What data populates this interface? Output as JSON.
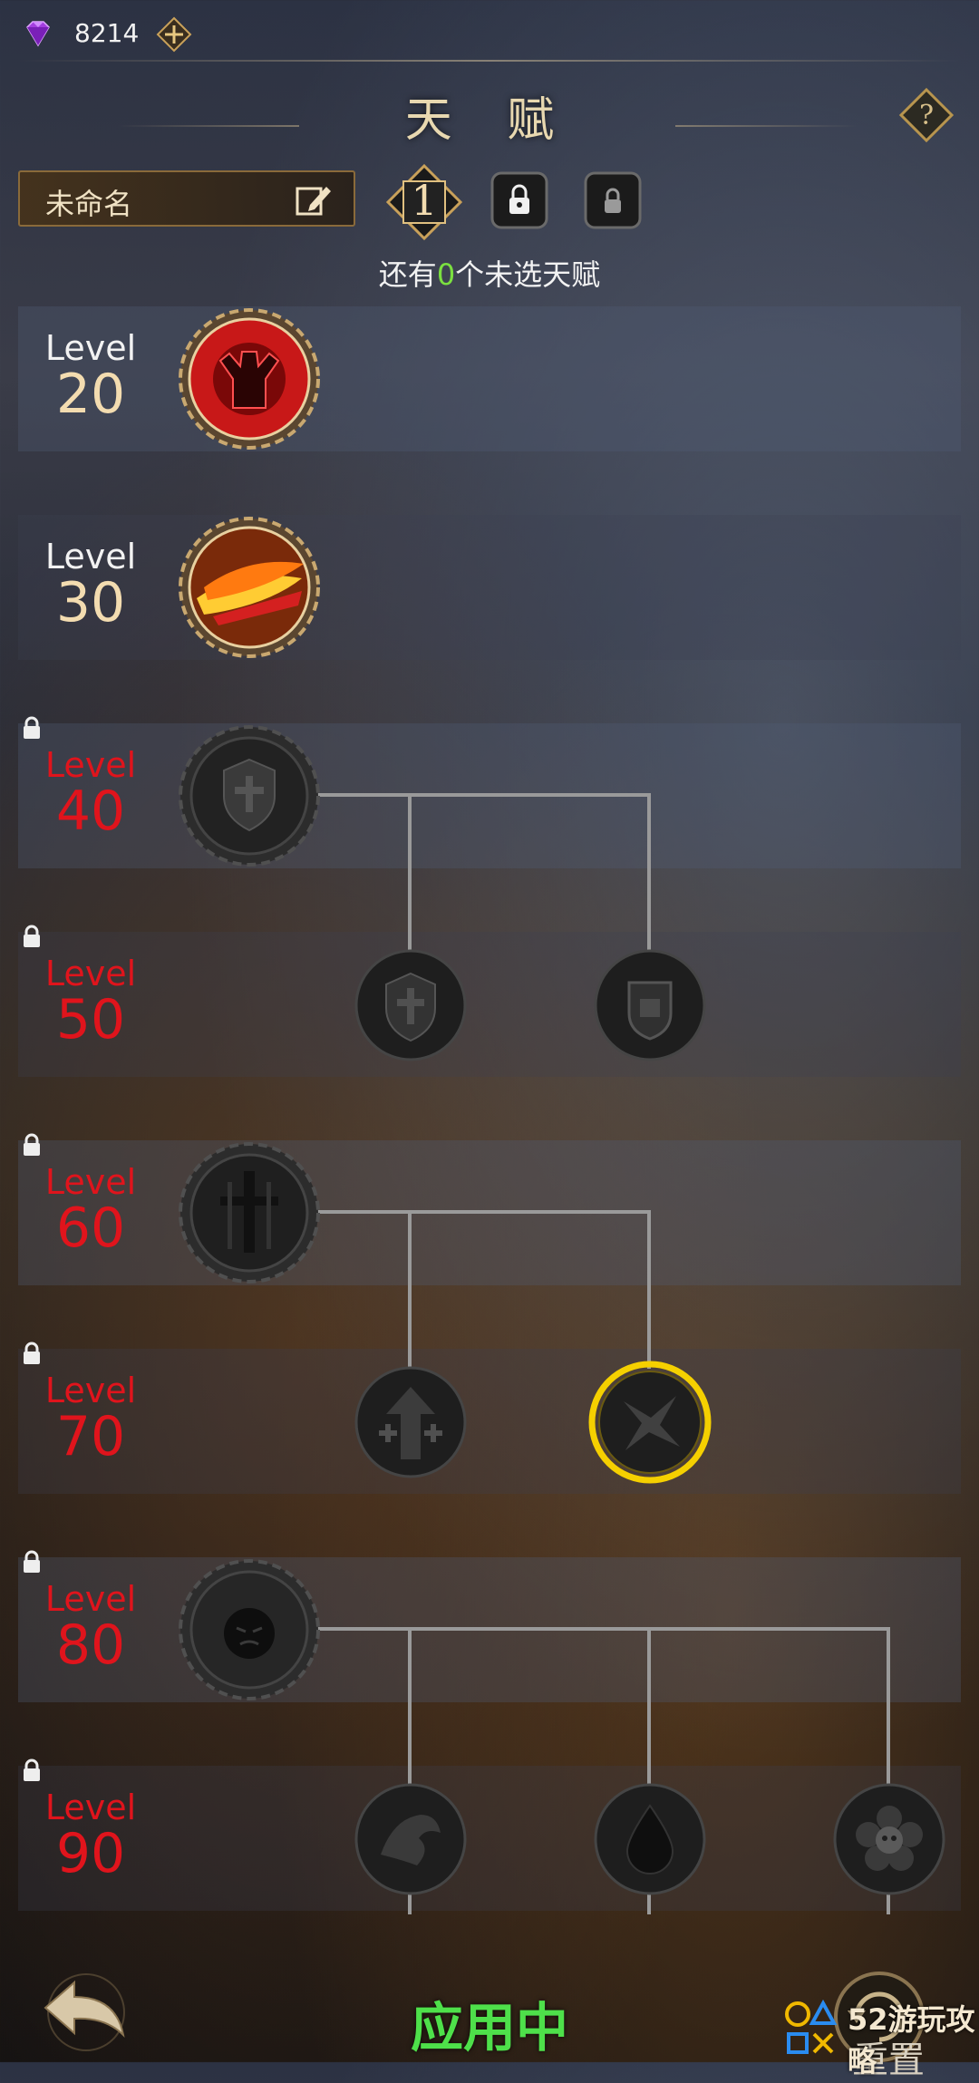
{
  "topbar": {
    "currency_icon": "purple-gem-icon",
    "currency_value": "8214",
    "add_icon": "add-currency-icon"
  },
  "header": {
    "title": "天 赋",
    "help_icon": "question-icon"
  },
  "build": {
    "name": "未命名",
    "edit_icon": "edit-pencil-icon",
    "slots": [
      {
        "label": "1",
        "state": "active"
      },
      {
        "label": "",
        "state": "locked"
      },
      {
        "label": "",
        "state": "locked"
      }
    ]
  },
  "remaining": {
    "prefix": "还有",
    "count": "0",
    "suffix": "个未选天赋"
  },
  "levels": [
    {
      "word": "Level",
      "value": "20",
      "locked": false
    },
    {
      "word": "Level",
      "value": "30",
      "locked": false
    },
    {
      "word": "Level",
      "value": "40",
      "locked": true
    },
    {
      "word": "Level",
      "value": "50",
      "locked": true
    },
    {
      "word": "Level",
      "value": "60",
      "locked": true
    },
    {
      "word": "Level",
      "value": "70",
      "locked": true
    },
    {
      "word": "Level",
      "value": "80",
      "locked": true
    },
    {
      "word": "Level",
      "value": "90",
      "locked": true
    }
  ],
  "talents": {
    "l20": "rage-figure-talent-icon",
    "l30": "flame-slash-talent-icon",
    "l40": "shield-cross-talent-icon",
    "l50": [
      "shield-cross-icon",
      "fist-shield-icon"
    ],
    "l60": "sword-cross-talent-icon",
    "l70": [
      "arrow-up-cross-icon",
      "shattered-talent-icon"
    ],
    "l80": "angry-face-talent-icon",
    "l90": [
      "dragon-talent-icon",
      "blood-drop-icon",
      "skull-flower-icon"
    ]
  },
  "footer": {
    "apply_label": "应用中",
    "reset_label": "重置",
    "back_icon": "back-arrow-icon",
    "reset_icon": "reset-icon",
    "watermark": "52游玩攻略"
  },
  "colors": {
    "locked_level": "#e0141c",
    "highlight": "#f5d000",
    "remaining_count": "#7be040",
    "apply_text": "#4ee04a"
  }
}
